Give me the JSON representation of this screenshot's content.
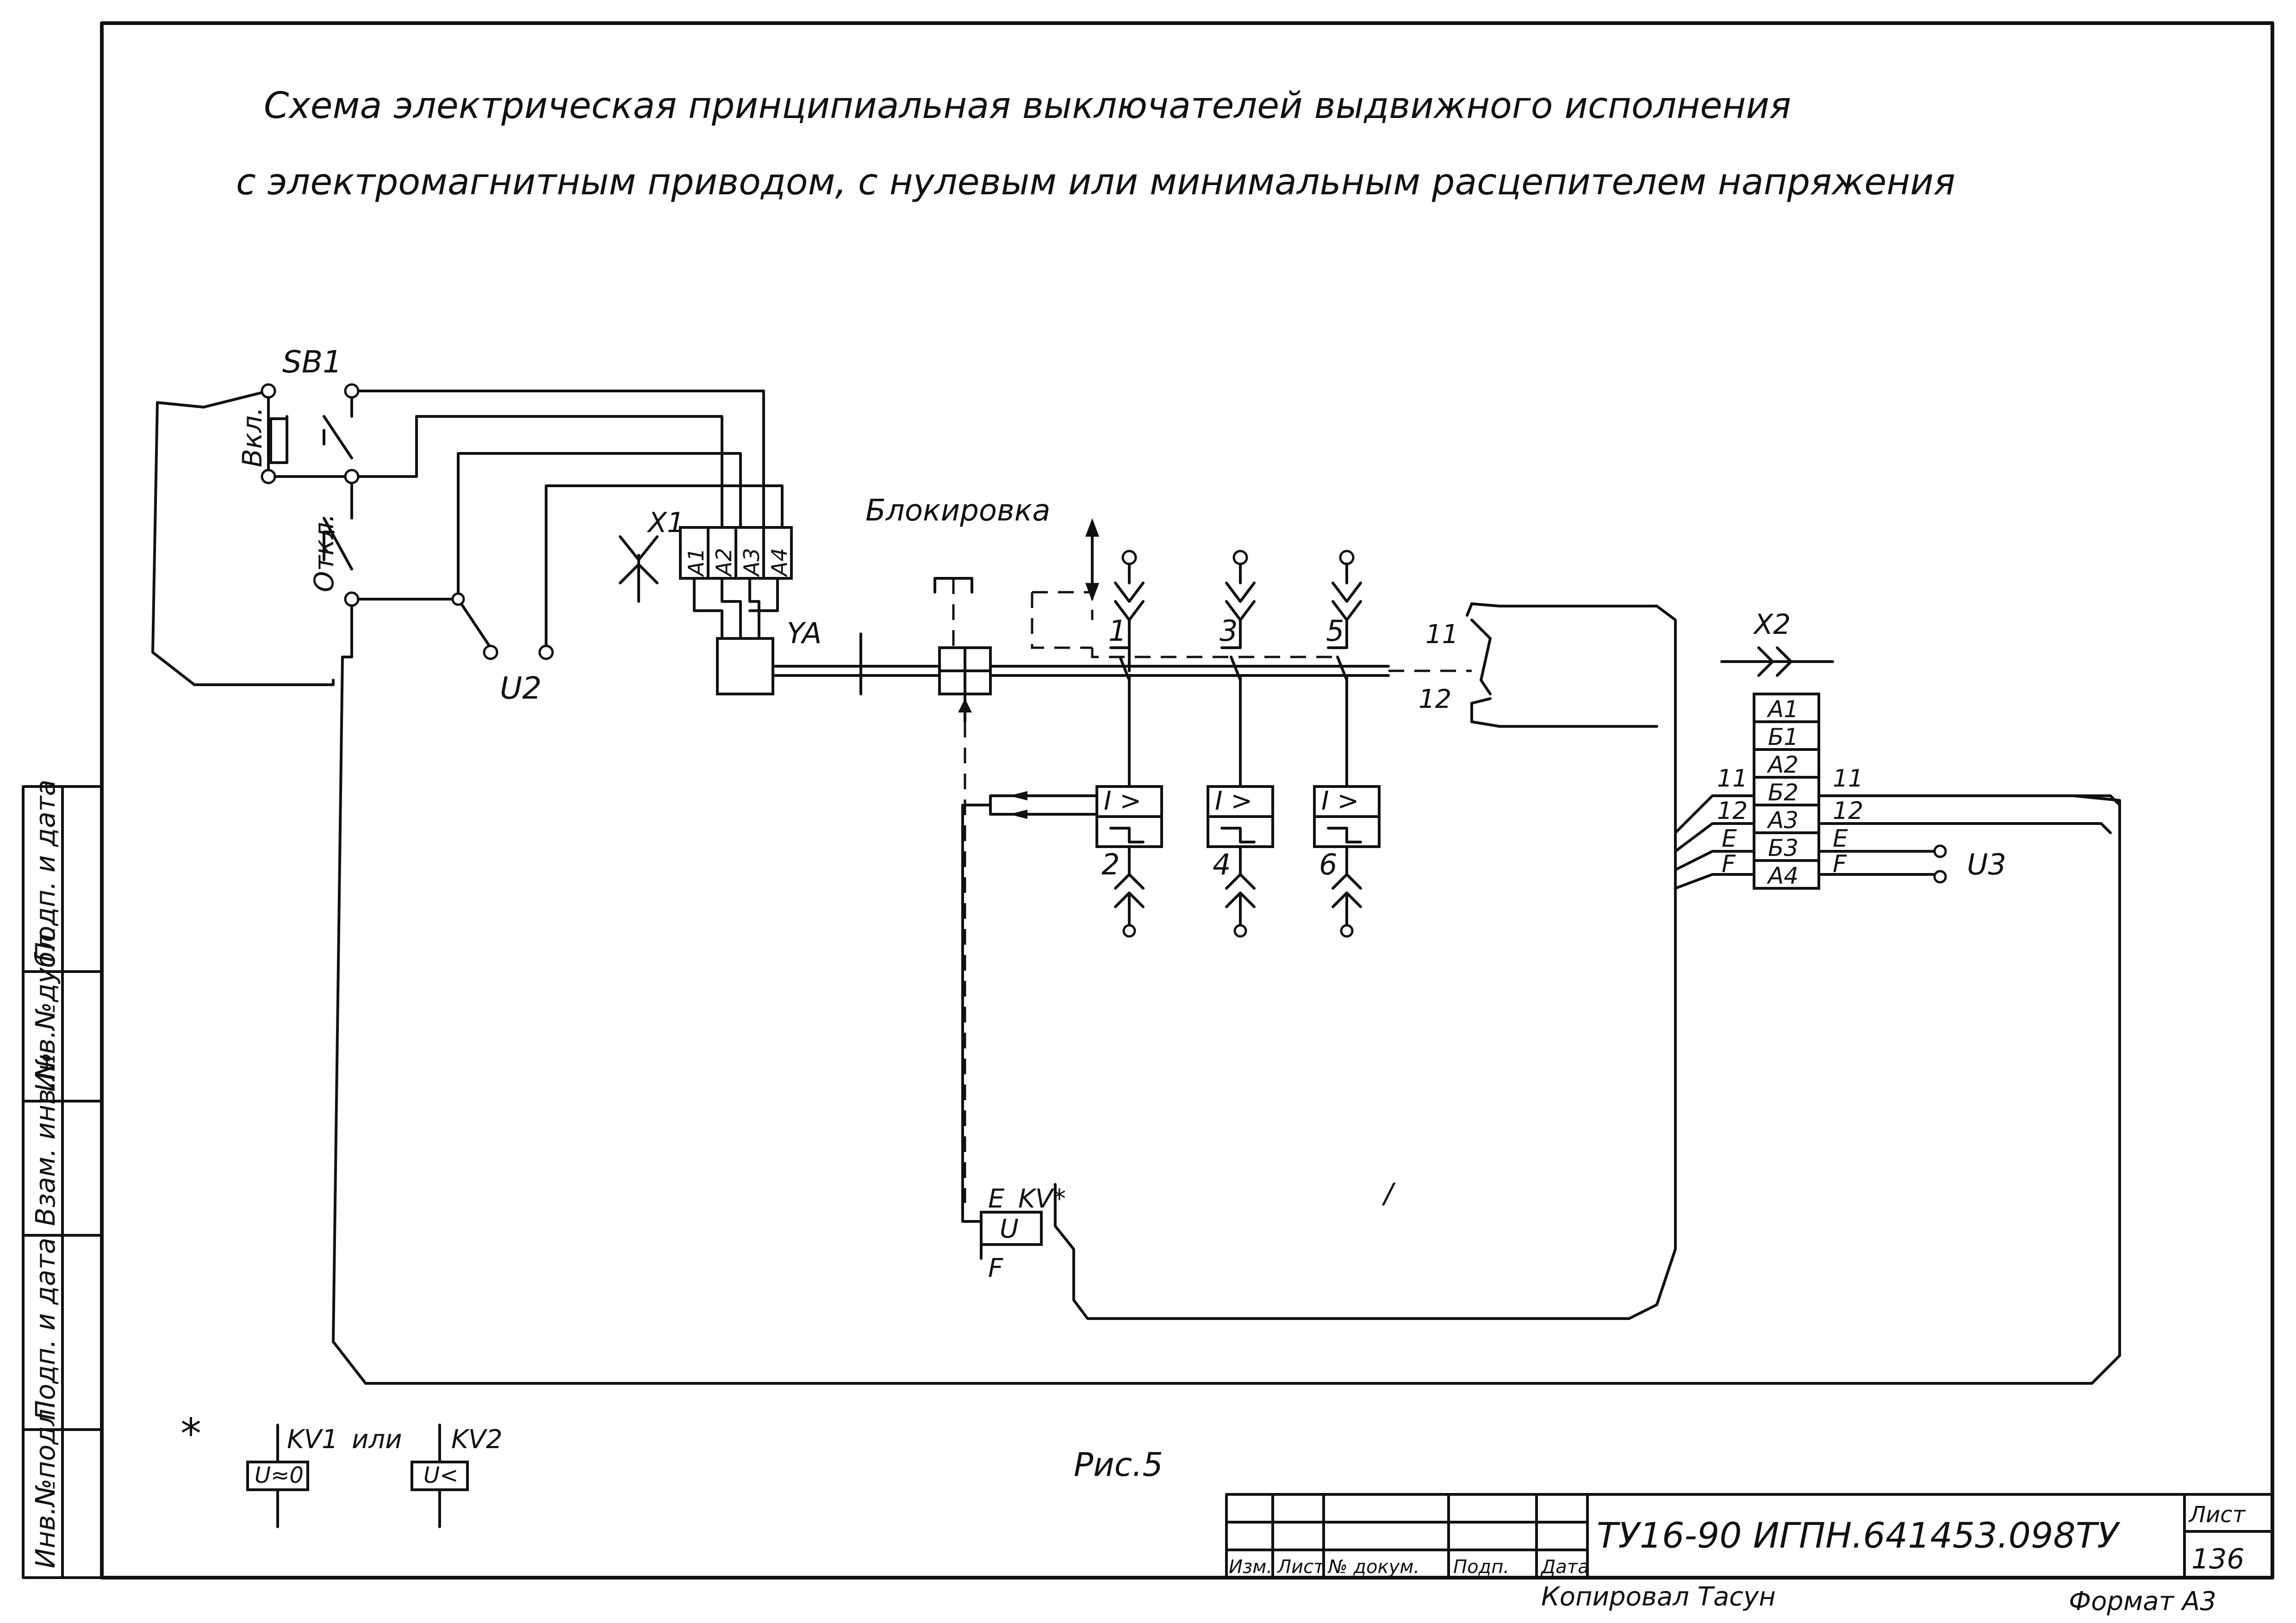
{
  "title": {
    "line1": "Схема электрическая принципиальная выключателей выдвижного исполнения",
    "line2": "с электромагнитным приводом, с нулевым или минимальным расцепителем напряжения"
  },
  "labels": {
    "sb1": "SB1",
    "vkl": "Вкл.",
    "otkl": "Откл.",
    "u2": "U2",
    "x1": "X1",
    "ya": "YA",
    "blokirovka": "Блокировка",
    "x2": "X2",
    "u3": "U3",
    "kv_e": "E",
    "kv_f": "F",
    "kv_u": "U",
    "kv": "KV*",
    "stray_mark": "/",
    "figure": "Рис.5"
  },
  "x1_terminals": [
    "A1",
    "A2",
    "A3",
    "A4"
  ],
  "x2_terminals": [
    "A1",
    "Б1",
    "A2",
    "Б2",
    "A3",
    "Б3",
    "A4"
  ],
  "x2_left_wires": [
    "11",
    "12",
    "E",
    "F"
  ],
  "x2_right_wires": [
    "11",
    "12",
    "E",
    "F"
  ],
  "contact_numbers": {
    "top": [
      "1",
      "3",
      "5"
    ],
    "bottom": [
      "2",
      "4",
      "6"
    ],
    "aux_top": "11",
    "aux_bottom": "12"
  },
  "relay_box": "I >",
  "footnote": {
    "star": "*",
    "kv1": "KV1",
    "ili": "или",
    "kv2": "KV2",
    "kv1_box": "U≈0",
    "kv2_box": "U<"
  },
  "side_stamp": [
    "Инв.№подл.",
    "Подп. и дата",
    "Взам. инв.№",
    "Инв.№дубл.",
    "Подп. и дата"
  ],
  "title_block": {
    "columns": [
      "Изм.",
      "Лист",
      "№ докум.",
      "Подп.",
      "Дата"
    ],
    "doc_number": "ТУ16-90 ИГПН.641453.098ТУ",
    "sheet_label": "Лист",
    "sheet_number": "136"
  },
  "bottom_notes": {
    "copied": "Копировал Тасун",
    "format": "Формат A3"
  }
}
